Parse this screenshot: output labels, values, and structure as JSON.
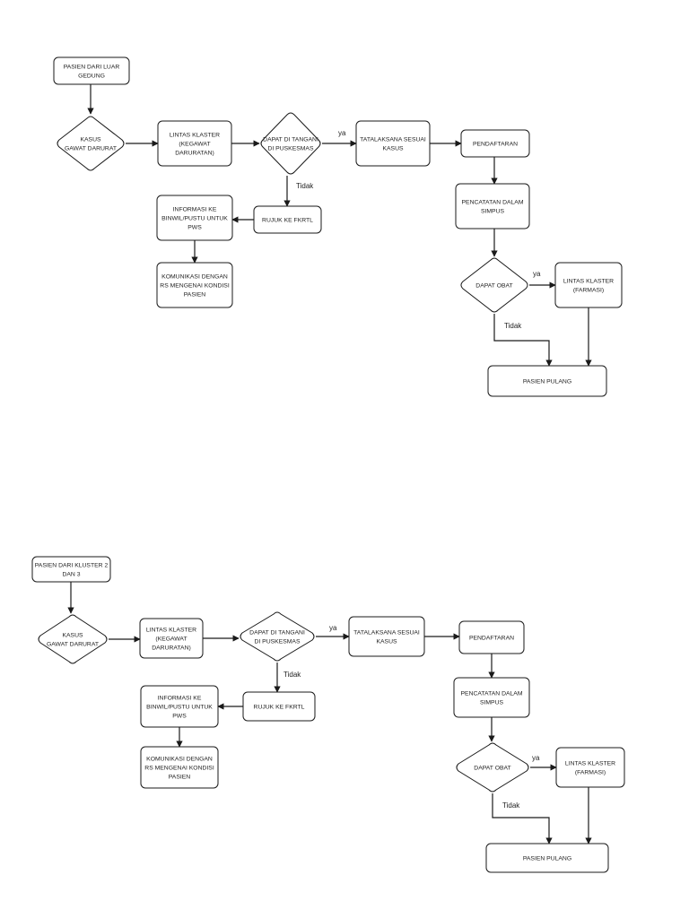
{
  "flowcharts": [
    {
      "nodes": {
        "start": [
          "PASIEN DARI LUAR",
          "GEDUNG"
        ],
        "kasus": [
          "KASUS",
          "GAWAT DARURAT"
        ],
        "lintas": [
          "LINTAS KLASTER",
          "(KEGAWAT",
          "DARURATAN)"
        ],
        "dapat": [
          "DAPAT DI TANGANI",
          "DI PUSKESMAS"
        ],
        "tatalaksana": [
          "TATALAKSANA SESUAI",
          "KASUS"
        ],
        "pendaftaran": [
          "PENDAFTARAN"
        ],
        "pencatatan": [
          "PENCATATAN DALAM",
          "SIMPUS"
        ],
        "obat": [
          "DAPAT OBAT"
        ],
        "farmasi": [
          "LINTAS KLASTER",
          "(FARMASI)"
        ],
        "pulang": [
          "PASIEN PULANG"
        ],
        "rujuk": [
          "RUJUK KE FKRTL"
        ],
        "informasi": [
          "INFORMASI KE",
          "BINWIL/PUSTU UNTUK",
          "PWS"
        ],
        "komunikasi": [
          "KOMUNIKASI DENGAN",
          "RS MENGENAI KONDISI",
          "PASIEN"
        ]
      },
      "edge_labels": {
        "ya_dapat": "ya",
        "tidak_dapat": "Tidak",
        "ya_obat": "ya",
        "tidak_obat": "Tidak"
      }
    },
    {
      "nodes": {
        "start": [
          "PASIEN DARI KLUSTER 2",
          "DAN 3"
        ],
        "kasus": [
          "KASUS",
          "GAWAT DARURAT"
        ],
        "lintas": [
          "LINTAS KLASTER",
          "(KEGAWAT",
          "DARURATAN)"
        ],
        "dapat": [
          "DAPAT DI TANGANI",
          "DI PUSKESMAS"
        ],
        "tatalaksana": [
          "TATALAKSANA SESUAI",
          "KASUS"
        ],
        "pendaftaran": [
          "PENDAFTARAN"
        ],
        "pencatatan": [
          "PENCATATAN DALAM",
          "SIMPUS"
        ],
        "obat": [
          "DAPAT OBAT"
        ],
        "farmasi": [
          "LINTAS KLASTER",
          "(FARMASI)"
        ],
        "pulang": [
          "PASIEN PULANG"
        ],
        "rujuk": [
          "RUJUK KE FKRTL"
        ],
        "informasi": [
          "INFORMASI KE",
          "BINWIL/PUSTU UNTUK",
          "PWS"
        ],
        "komunikasi": [
          "KOMUNIKASI DENGAN",
          "RS MENGENAI KONDISI",
          "PASIEN"
        ]
      },
      "edge_labels": {
        "ya_dapat": "ya",
        "tidak_dapat": "Tidak",
        "ya_obat": "ya",
        "tidak_obat": "Tidak"
      }
    }
  ]
}
